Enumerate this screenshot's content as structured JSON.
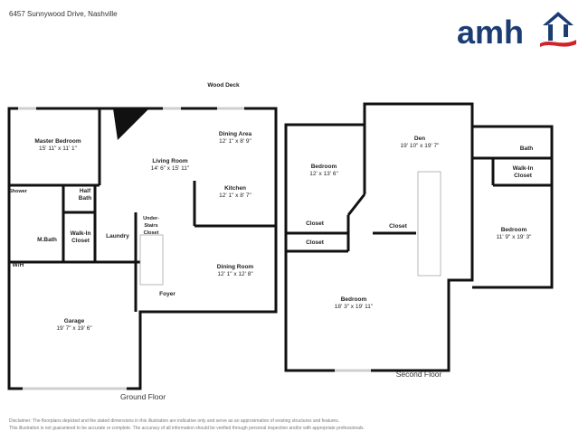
{
  "header": {
    "address": "6457 Sunnywood Drive, Nashville",
    "logo_text": "amh",
    "brand_colors": {
      "navy": "#1b3d73",
      "red": "#d2232a"
    }
  },
  "ground_floor": {
    "title": "Ground Floor",
    "outside_label": "Wood Deck",
    "rooms": [
      {
        "name": "Master Bedroom",
        "dims": "15' 11\" x 11' 1\""
      },
      {
        "name": "Fireplace",
        "dims": ""
      },
      {
        "name": "Living Room",
        "dims": "14' 6\" x 15' 11\""
      },
      {
        "name": "Dining Area",
        "dims": "12' 1\" x 8' 9\""
      },
      {
        "name": "Kitchen",
        "dims": "12' 1\" x 8' 7\""
      },
      {
        "name": "Shower",
        "dims": ""
      },
      {
        "name": "Half Bath",
        "dims": ""
      },
      {
        "name": "M.Bath",
        "dims": ""
      },
      {
        "name": "Walk-In Closet",
        "dims": ""
      },
      {
        "name": "Laundry",
        "dims": ""
      },
      {
        "name": "Under-Stairs Closet",
        "dims": ""
      },
      {
        "name": "W/H",
        "dims": ""
      },
      {
        "name": "Dining Room",
        "dims": "12' 1\" x 12' 8\""
      },
      {
        "name": "Foyer",
        "dims": ""
      },
      {
        "name": "Garage",
        "dims": "19' 7\" x 19' 6\""
      }
    ]
  },
  "second_floor": {
    "title": "Second Floor",
    "rooms": [
      {
        "name": "Bedroom",
        "dims": "12' x 13' 6\""
      },
      {
        "name": "Den",
        "dims": "19' 10\" x 19' 7\""
      },
      {
        "name": "Bath",
        "dims": ""
      },
      {
        "name": "Walk-In Closet",
        "dims": ""
      },
      {
        "name": "Bedroom",
        "dims": "11' 9\" x 19' 3\""
      },
      {
        "name": "Closet",
        "dims": ""
      },
      {
        "name": "Closet",
        "dims": ""
      },
      {
        "name": "Closet",
        "dims": ""
      },
      {
        "name": "Bedroom",
        "dims": "18' 3\" x 19' 11\""
      }
    ]
  },
  "disclaimer": {
    "line1": "Disclaimer: The floorplans depicted and the stated dimensions in this illustration are indicative only and serve as an approximation of existing structures and features.",
    "line2": "This illustration is not guaranteed to be accurate or complete. The accuracy of all information should be verified through personal inspection and/or with appropriate professionals."
  }
}
